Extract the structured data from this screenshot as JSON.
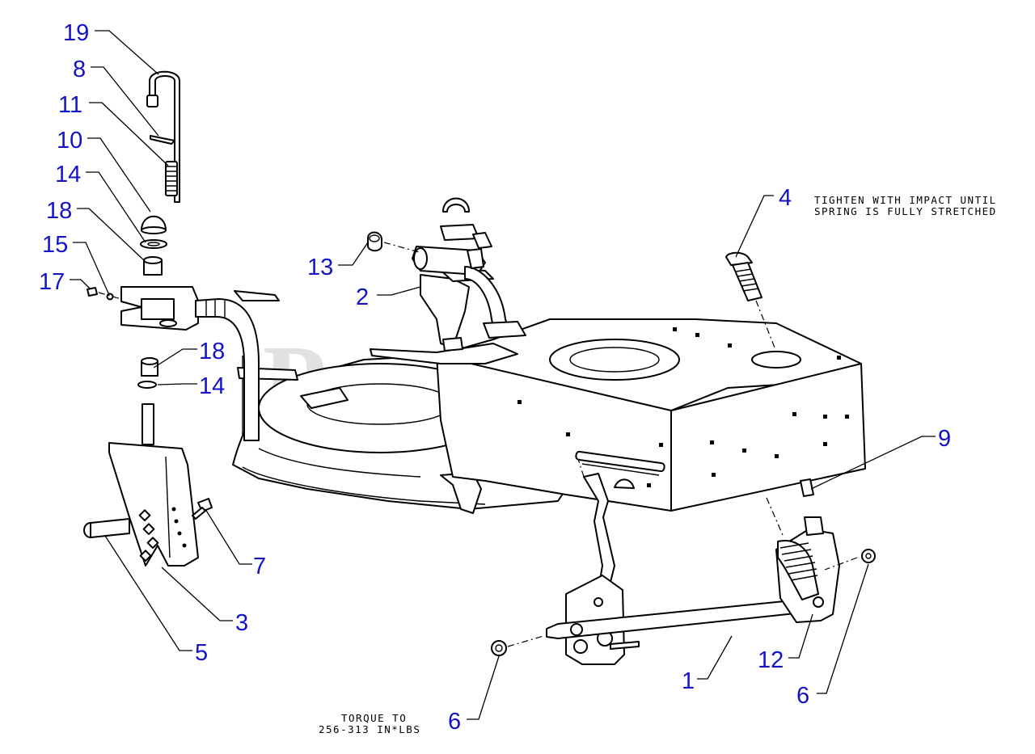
{
  "watermark": {
    "text": "PartsTree",
    "trademark": "™"
  },
  "notes": {
    "impact_line1": "TIGHTEN WITH IMPACT UNTIL",
    "impact_line2": "SPRING IS FULLY STRETCHED",
    "torque_line1": "TORQUE TO",
    "torque_line2": "256-313 IN*LBS"
  },
  "callouts": {
    "c19": "19",
    "c8": "8",
    "c11": "11",
    "c10": "10",
    "c14a": "14",
    "c18a": "18",
    "c15": "15",
    "c17": "17",
    "c18b": "18",
    "c14b": "14",
    "c13": "13",
    "c2": "2",
    "c4": "4",
    "c9": "9",
    "c7": "7",
    "c3": "3",
    "c5": "5",
    "c12": "12",
    "c1": "1",
    "c6a": "6",
    "c6b": "6"
  },
  "colors": {
    "callout": "#1313c8",
    "line": "#000000",
    "watermark": "#c9c9c9"
  }
}
